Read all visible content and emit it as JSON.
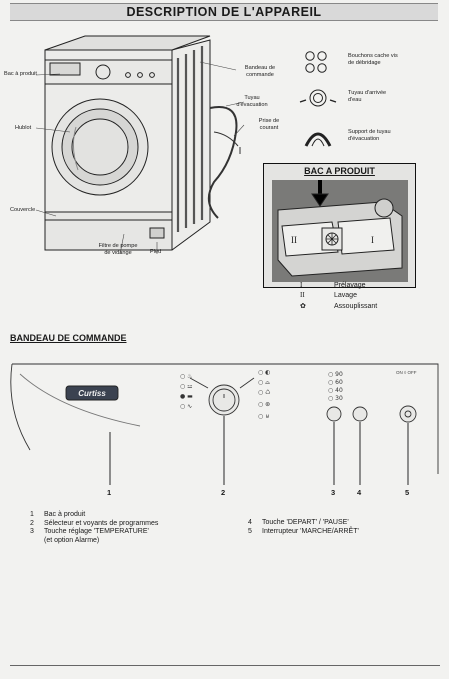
{
  "title": "DESCRIPTION DE L'APPAREIL",
  "machine_labels": {
    "bac_a_produit": "Bac à produit",
    "hublot": "Hublot",
    "couvercle": "Couvercle",
    "bandeau": [
      "Bandeau de",
      "commande"
    ],
    "tuyau_evac": [
      "Tuyau",
      "d'évacuation"
    ],
    "prise": [
      "Prise de",
      "courant"
    ],
    "filtre": [
      "Filtre de pompe",
      "de vidange"
    ],
    "pied": "Pied"
  },
  "accessories": {
    "bouchons": [
      "Bouchons cache vis",
      "de débridage"
    ],
    "tuyau_arrivee": [
      "Tuyau d'arrivée",
      "d'eau"
    ],
    "support": [
      "Support de tuyau",
      "d'évacuation"
    ]
  },
  "bac_section": {
    "title": "BAC A PRODUIT",
    "compartments": [
      "II",
      "I"
    ],
    "legend": [
      {
        "symbol": "I",
        "label": "Prélavage"
      },
      {
        "symbol": "II",
        "label": "Lavage"
      },
      {
        "symbol": "✿",
        "label": "Assouplissant"
      }
    ]
  },
  "panel_section": {
    "title": "BANDEAU DE COMMANDE",
    "brand": "Curtiss",
    "numbers": [
      "1",
      "2",
      "3",
      "4",
      "5"
    ],
    "onoff": "ON ◊ OFF"
  },
  "list_left": [
    {
      "num": "1",
      "text": "Bac à produit"
    },
    {
      "num": "2",
      "text": "Sélecteur et voyants de programmes"
    },
    {
      "num": "3",
      "text": "Touche réglage 'TEMPERATURE'"
    },
    {
      "num": "",
      "text": "(et option Alarme)"
    }
  ],
  "list_right": [
    {
      "num": "4",
      "text": "Touche 'DEPART' / 'PAUSE'"
    },
    {
      "num": "5",
      "text": "Interrupteur 'MARCHE/ARRÊT'"
    }
  ]
}
